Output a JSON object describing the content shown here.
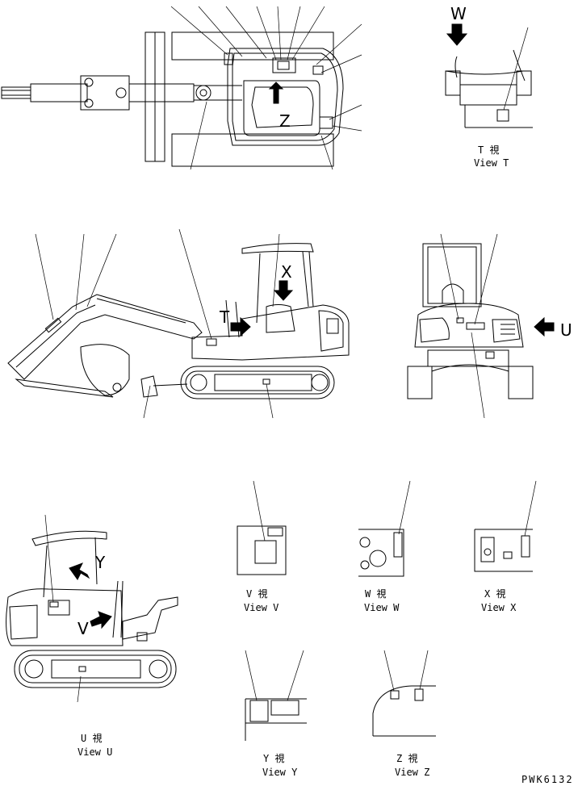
{
  "views": {
    "T": {
      "jp": "T 視",
      "en": "View T"
    },
    "U": {
      "jp": "U 視",
      "en": "View U"
    },
    "V": {
      "jp": "V 視",
      "en": "View V"
    },
    "W": {
      "jp": "W 視",
      "en": "View W"
    },
    "X": {
      "jp": "X 視",
      "en": "View X"
    },
    "Y": {
      "jp": "Y 視",
      "en": "View Y"
    },
    "Z": {
      "jp": "Z 視",
      "en": "View Z"
    }
  },
  "arrow_letters": {
    "W": "W",
    "Z": "Z",
    "X": "X",
    "T": "T",
    "U": "U",
    "Y": "Y",
    "V": "V"
  },
  "drawing_code": "PWK6132",
  "icons": [
    "view-arrow-icon"
  ]
}
